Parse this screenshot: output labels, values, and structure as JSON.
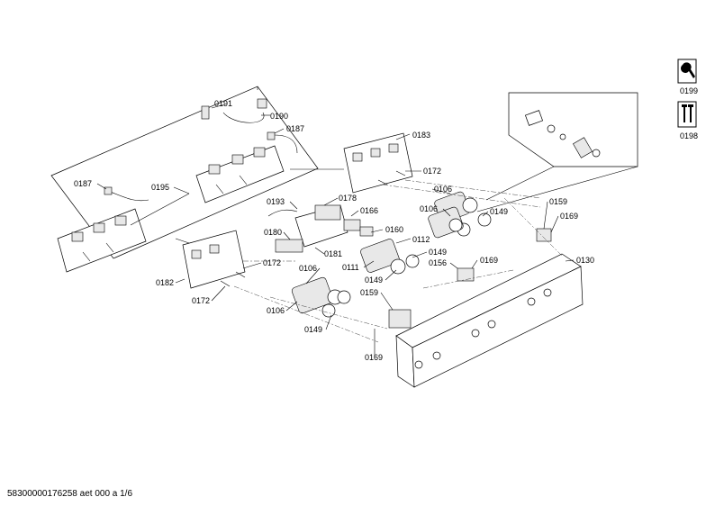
{
  "labels": {
    "l0191": "0191",
    "l0190": "0190",
    "l0187a": "0187",
    "l0187b": "0187",
    "l0195": "0195",
    "l0183": "0183",
    "l0172a": "0172",
    "l0193": "0193",
    "l0178": "0178",
    "l0106a": "0106",
    "l0106b": "0106",
    "l0149a": "0149",
    "l0166": "0166",
    "l0160": "0160",
    "l0112": "0112",
    "l0149b": "0149",
    "l0180": "0180",
    "l0181": "0181",
    "l0111": "0111",
    "l0156": "0156",
    "l0169a": "0169",
    "l0172b": "0172",
    "l0106c": "0106",
    "l0149c": "0149",
    "l0182": "0182",
    "l0172c": "0172",
    "l0106d": "0106",
    "l0159a": "0159",
    "l0169b": "0169",
    "l0159b": "0159",
    "l0130": "0130",
    "l0149d": "0149",
    "l0169c": "0169"
  },
  "tools": {
    "l0199": "0199",
    "l0198": "0198"
  },
  "footer": "58300000176258 aet 000 a 1/6",
  "icons": [
    "wrench-icon",
    "screws-icon"
  ]
}
